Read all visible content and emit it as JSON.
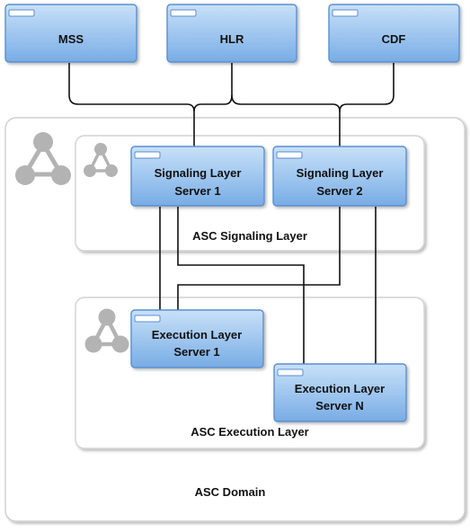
{
  "colors": {
    "node_fill_top": "#c3dcf6",
    "node_fill_bottom": "#7aaee6",
    "node_stroke": "#5b8fcf",
    "container_stroke": "#d2d2d2",
    "line": "#111111",
    "icon": "#b3b3b3"
  },
  "top_nodes": {
    "mss": "MSS",
    "hlr": "HLR",
    "cdf": "CDF"
  },
  "signaling": {
    "server1": {
      "line1": "Signaling Layer",
      "line2": "Server 1"
    },
    "server2": {
      "line1": "Signaling Layer",
      "line2": "Server 2"
    },
    "label": "ASC Signaling Layer"
  },
  "execution": {
    "server1": {
      "line1": "Execution Layer",
      "line2": "Server 1"
    },
    "serverN": {
      "line1": "Execution Layer",
      "line2": "Server N"
    },
    "label": "ASC Execution Layer"
  },
  "domain": {
    "label": "ASC Domain"
  },
  "icons": {
    "cluster": "cluster-icon",
    "server_badge": "server-badge-icon"
  }
}
